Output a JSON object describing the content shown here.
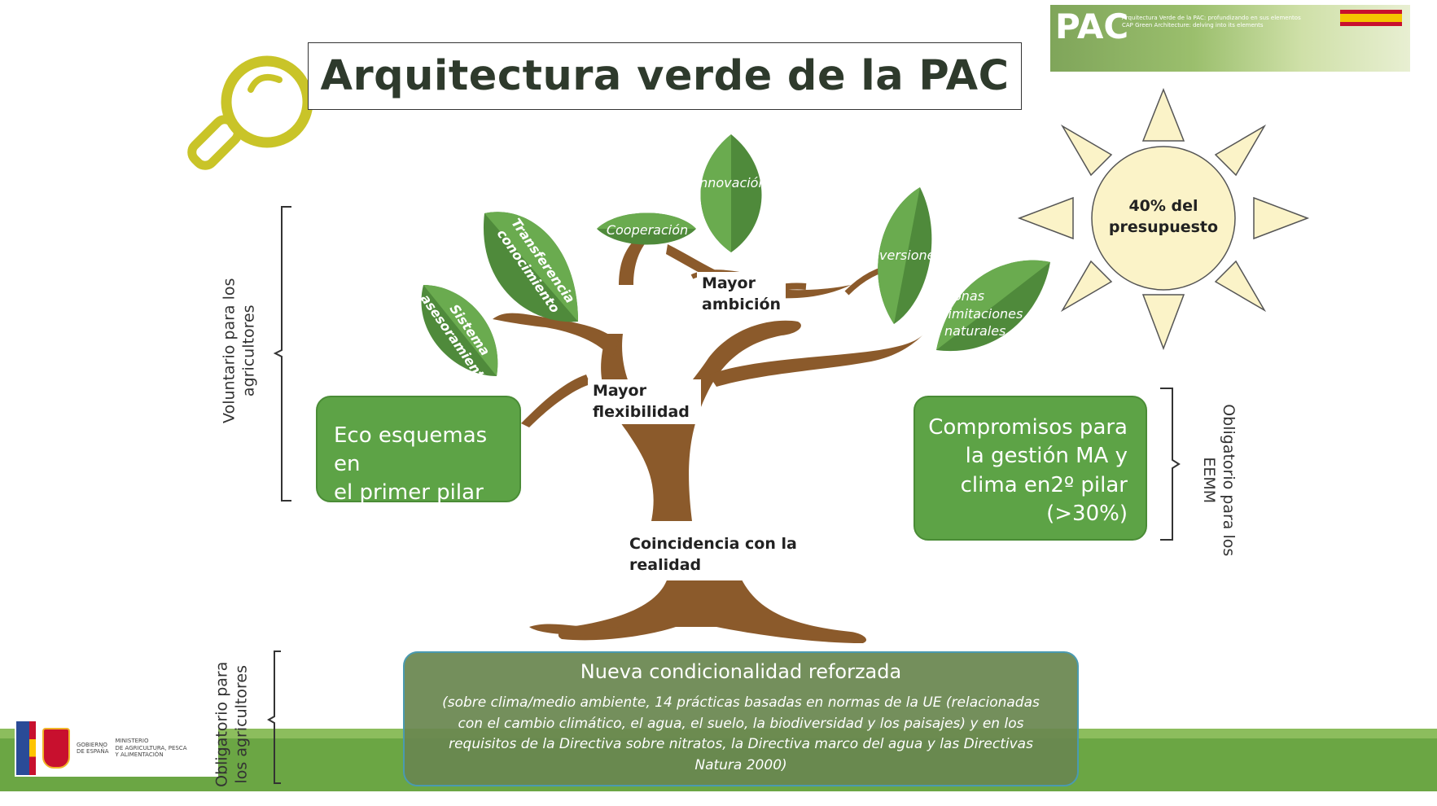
{
  "title": "Arquitectura verde de la PAC",
  "banner": {
    "logo": "PAC",
    "line1": "Arquitectura Verde de la PAC: profundizando en sus elementos",
    "line2": "CAP Green Architecture: delving into its elements"
  },
  "government": {
    "line1": "GOBIERNO",
    "line2": "DE ESPAÑA",
    "ministry1": "MINISTERIO",
    "ministry2": "DE AGRICULTURA, PESCA",
    "ministry3": "Y ALIMENTACIÓN"
  },
  "sun": {
    "text_line1": "40% del",
    "text_line2": "presupuesto"
  },
  "leaves": {
    "innovacion": "Innovación",
    "cooperacion": "Cooperación",
    "transferencia_1": "Transferencia",
    "transferencia_2": "conocimiento",
    "sistema_1": "Sistema",
    "sistema_2": "asesoramiento",
    "inversiones": "Inversiones",
    "zonas_1": "Zonas",
    "zonas_2": "limitaciones",
    "zonas_3": "naturales"
  },
  "labels": {
    "mayor_ambicion_1": "Mayor",
    "mayor_ambicion_2": "ambición",
    "mayor_flexibilidad_1": "Mayor",
    "mayor_flexibilidad_2": "flexibilidad",
    "coincidencia_1": "Coincidencia con la",
    "coincidencia_2": "realidad"
  },
  "boxes": {
    "eco_1": "Eco esquemas en",
    "eco_2": "el primer pilar",
    "compromisos_1": "Compromisos para",
    "compromisos_2": "la gestión MA y",
    "compromisos_3": "clima en2º pilar",
    "compromisos_4": "(>30%)",
    "condicionalidad_title": "Nueva condicionalidad reforzada",
    "condicionalidad_1": "(sobre clima/medio ambiente, 14 prácticas basadas en normas de la UE (relacionadas",
    "condicionalidad_2": "con el cambio climático, el agua, el suelo, la biodiversidad y los paisajes) y en los",
    "condicionalidad_3": "requisitos de la Directiva sobre nitratos, la Directiva marco del agua y las Directivas",
    "condicionalidad_4": "Natura 2000)"
  },
  "side_labels": {
    "voluntario_1": "Voluntario para los",
    "voluntario_2": "agricultores",
    "obligatorio_eemm_1": "Obligatorio para los",
    "obligatorio_eemm_2": "EEMM",
    "obligatorio_agri_1": "Obligatorio para",
    "obligatorio_agri_2": "los agricultores"
  },
  "icons": {
    "magnifier": "magnifier-icon",
    "sun": "sun-icon",
    "tree": "tree-illustration"
  },
  "colors": {
    "leaf_light": "#6aab4f",
    "leaf_dark": "#4f8a3b",
    "box_green": "#5da346",
    "trunk": "#8b5a2b",
    "ground": "#6ba644",
    "sun_fill": "#fbf3c8",
    "magnifier": "#c9c428",
    "condicionalidad_fill": "#6e8a55"
  }
}
